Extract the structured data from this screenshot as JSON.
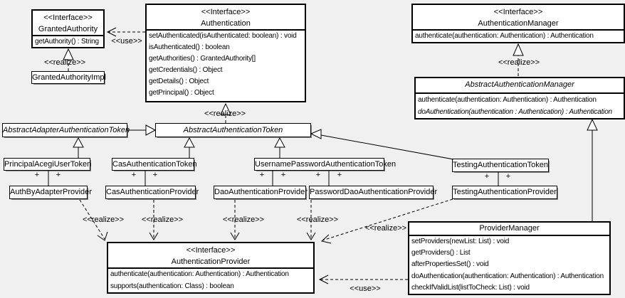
{
  "diagram": {
    "colors": {
      "background": "#f0f0f0",
      "box_fill": "#ffffff",
      "line": "#000000"
    },
    "labels": {
      "use": "<<use>>",
      "realize": "<<realize>>",
      "plus": "+"
    },
    "classes": {
      "granted_authority": {
        "stereotype": "<<Interface>>",
        "name": "GrantedAuthority",
        "methods": [
          "getAuthority() : String"
        ]
      },
      "granted_authority_impl": {
        "name": "GrantedAuthorityImpl"
      },
      "authentication": {
        "stereotype": "<<Interface>>",
        "name": "Authentication",
        "methods": [
          "setAuthenticated(isAuthenticated: boolean) : void",
          "isAuthenticated() : boolean",
          "getAuthorities() : GrantedAuthority[]",
          "getCredentials() : Object",
          "getDetails() : Object",
          "getPrincipal() : Object"
        ]
      },
      "authentication_manager": {
        "stereotype": "<<Interface>>",
        "name": "AuthenticationManager",
        "methods": [
          "authenticate(authentication: Authentication) : Authentication"
        ]
      },
      "abstract_authentication_manager": {
        "name": "AbstractAuthenticationManager",
        "methods": [
          "authenticate(authentication: Authentication) : Authentication",
          "doAuthentication(authentication : Authentication) : Authentication"
        ]
      },
      "abstract_adapter_authentication_token": {
        "name": "AbstractAdapterAuthenticationToken"
      },
      "abstract_authentication_token": {
        "name": "AbstractAuthenticationToken"
      },
      "principal_acegi_user_token": {
        "name": "PrincipalAcegiUserToken"
      },
      "cas_authentication_token": {
        "name": "CasAuthenticationToken"
      },
      "username_password_authentication_token": {
        "name": "UsernamePasswordAuthenticationToken"
      },
      "testing_authentication_token": {
        "name": "TestingAuthenticationToken"
      },
      "auth_by_adapter_provider": {
        "name": "AuthByAdapterProvider"
      },
      "cas_authentication_provider": {
        "name": "CasAuthenticationProvider"
      },
      "dao_authentication_provider": {
        "name": "DaoAuthenticationProvider"
      },
      "password_dao_authentication_provider": {
        "name": "PasswordDaoAuthenticationProvider"
      },
      "testing_authentication_provider": {
        "name": "TestingAuthenticationProvider"
      },
      "authentication_provider": {
        "stereotype": "<<Interface>>",
        "name": "AuthenticationProvider",
        "methods": [
          "authenticate(authentication: Authentication) : Authentication",
          "supports(authentication: Class) : boolean"
        ]
      },
      "provider_manager": {
        "name": "ProviderManager",
        "methods": [
          "setProviders(newList: List) : void",
          "getProviders() : List",
          "afterPropertiesSet() : void",
          "doAuthentication(authentication: Authentication) : Authentication",
          "checkIfValidList(listToCheck: List) : void"
        ]
      }
    }
  }
}
